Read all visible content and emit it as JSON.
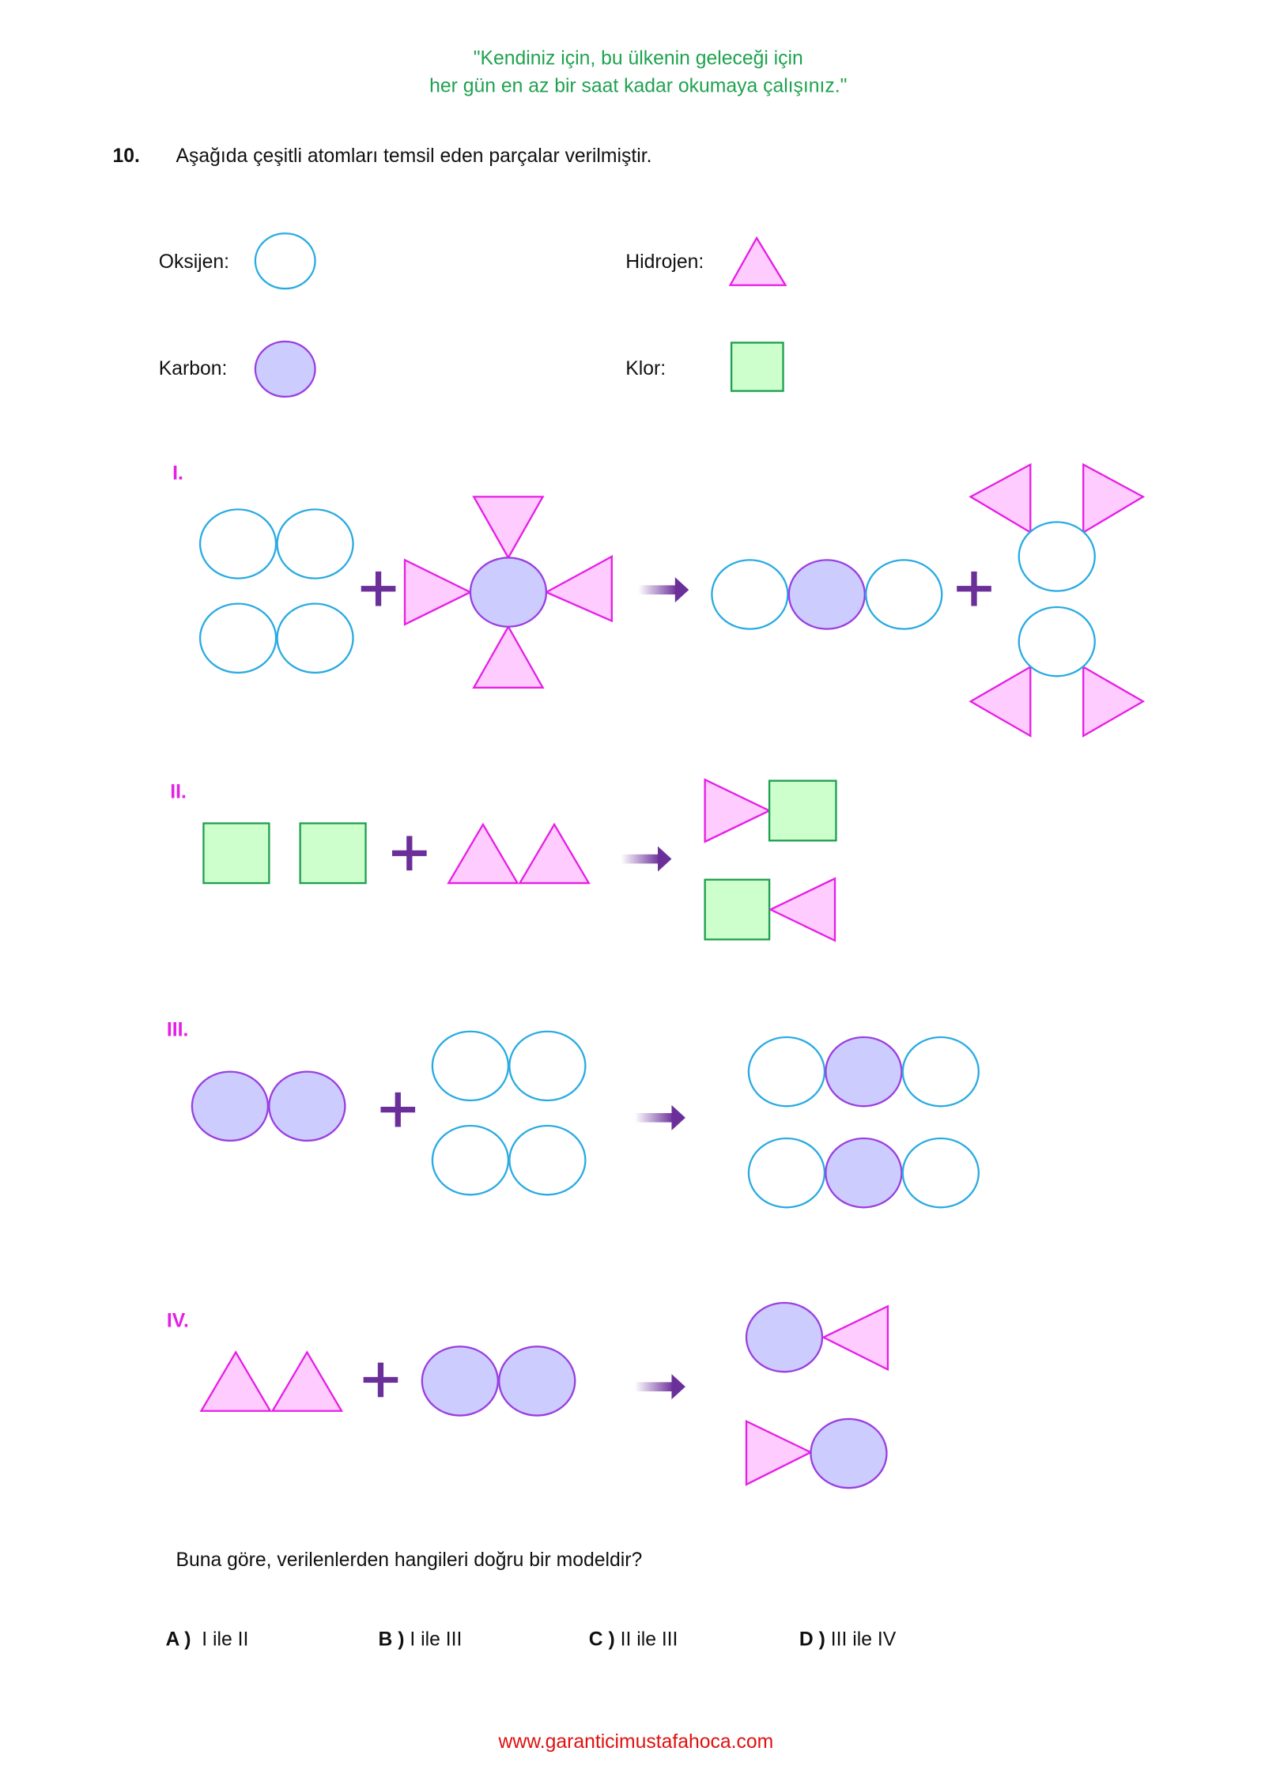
{
  "header": {
    "quote_line1": "\"Kendiniz için, bu ülkenin geleceği için",
    "quote_line2": "her gün en az bir saat kadar okumaya çalışınız.\""
  },
  "question": {
    "number": "10.",
    "intro": "Aşağıda çeşitli atomları temsil eden parçalar verilmiştir.",
    "prompt": "Buna göre, verilenlerden hangileri doğru bir modeldir?"
  },
  "legend": {
    "oxygen": "Oksijen:",
    "hydrogen": "Hidrojen:",
    "carbon": "Karbon:",
    "chlorine": "Klor:"
  },
  "models": [
    "I.",
    "II.",
    "III.",
    "IV."
  ],
  "options": [
    {
      "letter": "A )",
      "text": "I ile II"
    },
    {
      "letter": "B )",
      "text": "I ile III"
    },
    {
      "letter": "C )",
      "text": "II ile III"
    },
    {
      "letter": "D )",
      "text": "III ile IV"
    }
  ],
  "footer": {
    "website": "www.garanticimustafahoca.com"
  },
  "colors": {
    "oxygen_stroke": "#29abe2",
    "carbon_fill": "#ccccff",
    "hydrogen_fill": "#ffccff",
    "chlorine_fill": "#ccffcc",
    "quote": "#1fa24f",
    "roman": "#e61ee6",
    "footer": "#e01010"
  }
}
